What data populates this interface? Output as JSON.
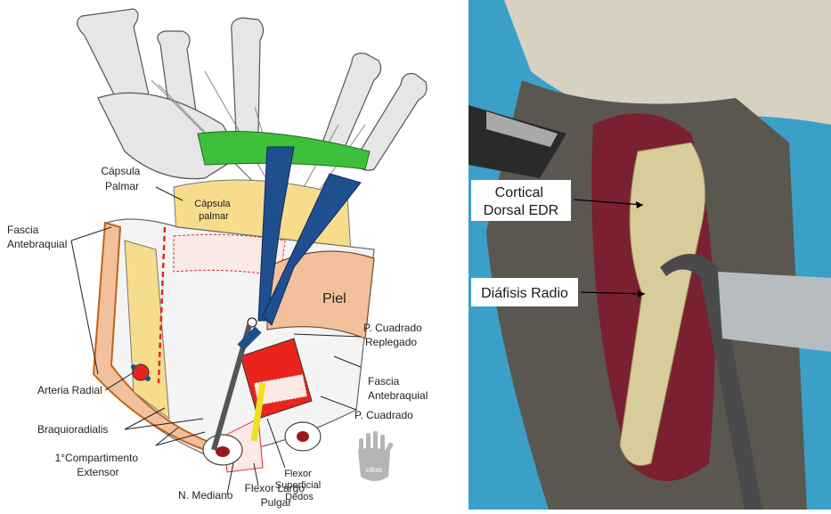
{
  "diagram": {
    "labels": {
      "capsula_palmar_outer": [
        "Cápsula",
        "Palmar"
      ],
      "capsula_palmar_inner": [
        "Cápsula",
        "palmar"
      ],
      "fascia_antebraquial_left": [
        "Fascia",
        "Antebraquial"
      ],
      "piel": "Piel",
      "p_cuadrado_replegado": [
        "P. Cuadrado",
        "Replegado"
      ],
      "arteria_radial": "Arteria Radial",
      "fascia_antebraquial_right": [
        "Fascia",
        "Antebraquial"
      ],
      "braquioradialis": "Braquioradialis",
      "p_cuadrado": "P. Cuadrado",
      "compartimento_extensor": [
        "1°Compartimento",
        "Extensor"
      ],
      "flexor_superficial_dedos": [
        "Flexor",
        "Superficial",
        "Dedos"
      ],
      "n_mediano": "N. Mediano",
      "flexor_largo_pulgar": [
        "Flexor Largo",
        "Pulgar"
      ],
      "logo_text": "cifras"
    },
    "colors": {
      "bone": "#e6e6e6",
      "capsule": "#f7dc8c",
      "retractor": "#1f4f8f",
      "skin": "#f2c09a",
      "muscle": "#e8241c",
      "nerve": "#f0e020",
      "green_ligament": "#3dbf3a",
      "fascia_orange": "#c0621b"
    }
  },
  "photo": {
    "labels": {
      "cortical_dorsal_edr": [
        "Cortical",
        "Dorsal EDR"
      ],
      "diafisis_radio": "Diáfisis Radio"
    },
    "colors": {
      "drape": "#3aa0c8",
      "skin": "#5a5650",
      "bone": "#d8cc9a",
      "tissue": "#7a2030"
    }
  }
}
